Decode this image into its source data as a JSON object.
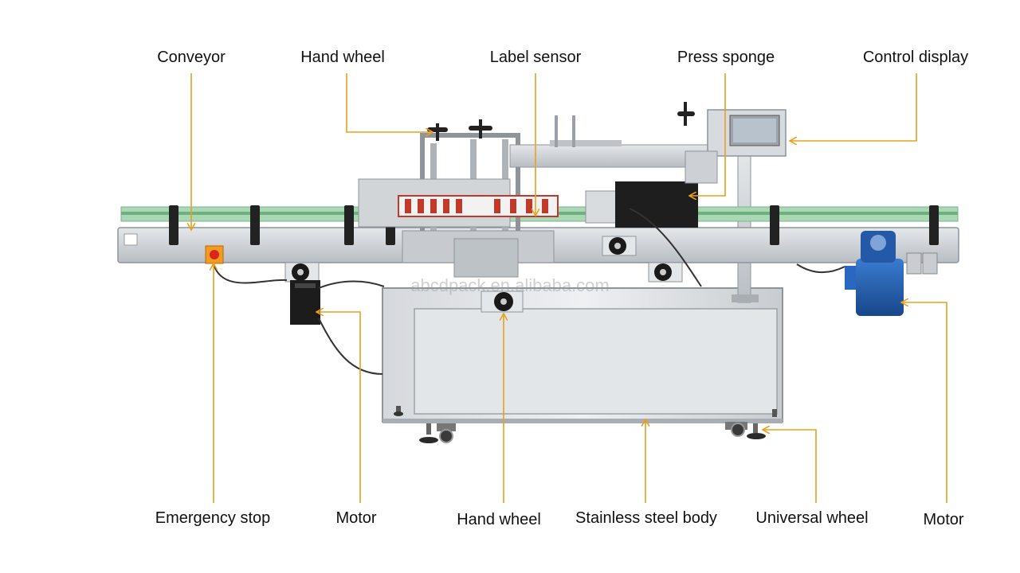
{
  "diagram": {
    "colors": {
      "leader": "#E8A020",
      "steel": "#C9CDD2",
      "steel_dark": "#8E949A",
      "conveyor_top": "#8FC9A0",
      "motor_blue": "#1F5FB0",
      "background": "#FFFFFF"
    },
    "watermark": "abcdpack.en.alibaba.com",
    "top_labels": [
      {
        "id": "conveyor",
        "text": "Conveyor"
      },
      {
        "id": "hand-wheel-top",
        "text": "Hand wheel"
      },
      {
        "id": "label-sensor",
        "text": "Label sensor"
      },
      {
        "id": "press-sponge",
        "text": "Press sponge"
      },
      {
        "id": "control-display",
        "text": "Control display"
      }
    ],
    "bottom_labels": [
      {
        "id": "emergency-stop",
        "text": "Emergency stop"
      },
      {
        "id": "motor-left",
        "text": "Motor"
      },
      {
        "id": "hand-wheel-bottom",
        "text": "Hand wheel"
      },
      {
        "id": "stainless-steel-body",
        "text": "Stainless steel body"
      },
      {
        "id": "universal-wheel",
        "text": "Universal wheel"
      },
      {
        "id": "motor-right",
        "text": "Motor"
      }
    ]
  }
}
